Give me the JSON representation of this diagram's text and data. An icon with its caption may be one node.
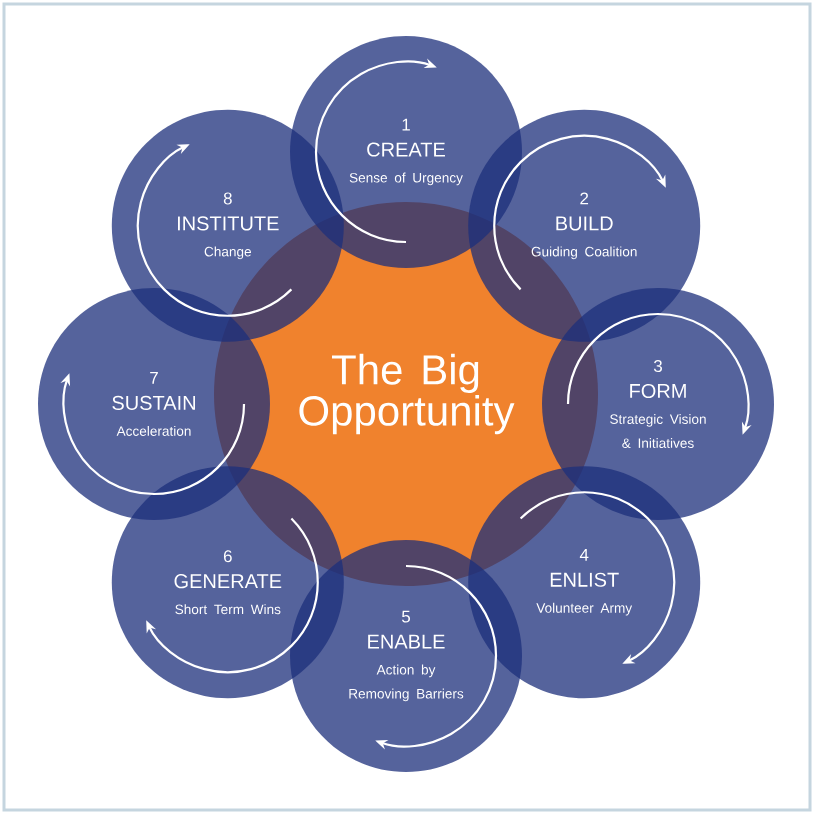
{
  "diagram": {
    "nodes": [
      {
        "text": [
          "The Big Opportunity"
        ]
      },
      {
        "text": [
          "1",
          "CREATE",
          "Sense of Urgency"
        ]
      },
      {
        "text": [
          "2",
          "BUILD",
          "Guiding Coalition"
        ]
      },
      {
        "text": [
          "3",
          "FORM",
          "Strategic Vision & Initiatives"
        ]
      },
      {
        "text": [
          "4",
          "ENLIST",
          "Volunteer Army"
        ]
      },
      {
        "text": [
          "5",
          "ENABLE",
          "Action by Removing Barriers"
        ]
      },
      {
        "text": [
          "6",
          "GENERATE",
          "Short Term Wins"
        ]
      },
      {
        "text": [
          "7",
          "SUSTAIN",
          "Acceleration"
        ]
      },
      {
        "text": [
          "8",
          "INSTITUTE",
          "Change"
        ]
      }
    ]
  }
}
